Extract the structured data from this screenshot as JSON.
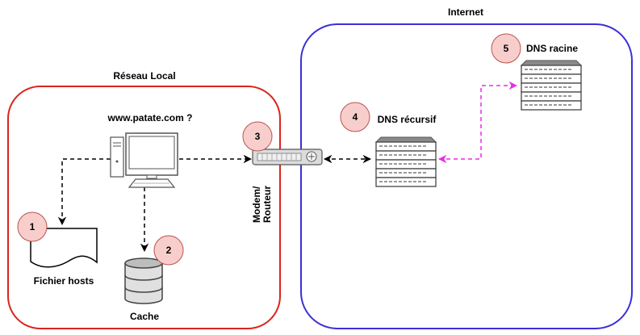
{
  "zones": {
    "local": {
      "title": "Réseau Local",
      "border_color": "#d9251c"
    },
    "internet": {
      "title": "Internet",
      "border_color": "#3b2fd9"
    }
  },
  "nodes": {
    "query": "www.patate.com ?",
    "hosts_file": "Fichier hosts",
    "cache": "Cache",
    "router_line1": "Modem/",
    "router_line2": "Routeur",
    "dns_recursive": "DNS récursif",
    "dns_root": "DNS racine"
  },
  "steps": [
    "1",
    "2",
    "3",
    "4",
    "5"
  ],
  "colors": {
    "step_fill": "#f8cecc",
    "step_stroke": "#b85450",
    "root_link": "#e62ee6",
    "link": "#000000"
  }
}
